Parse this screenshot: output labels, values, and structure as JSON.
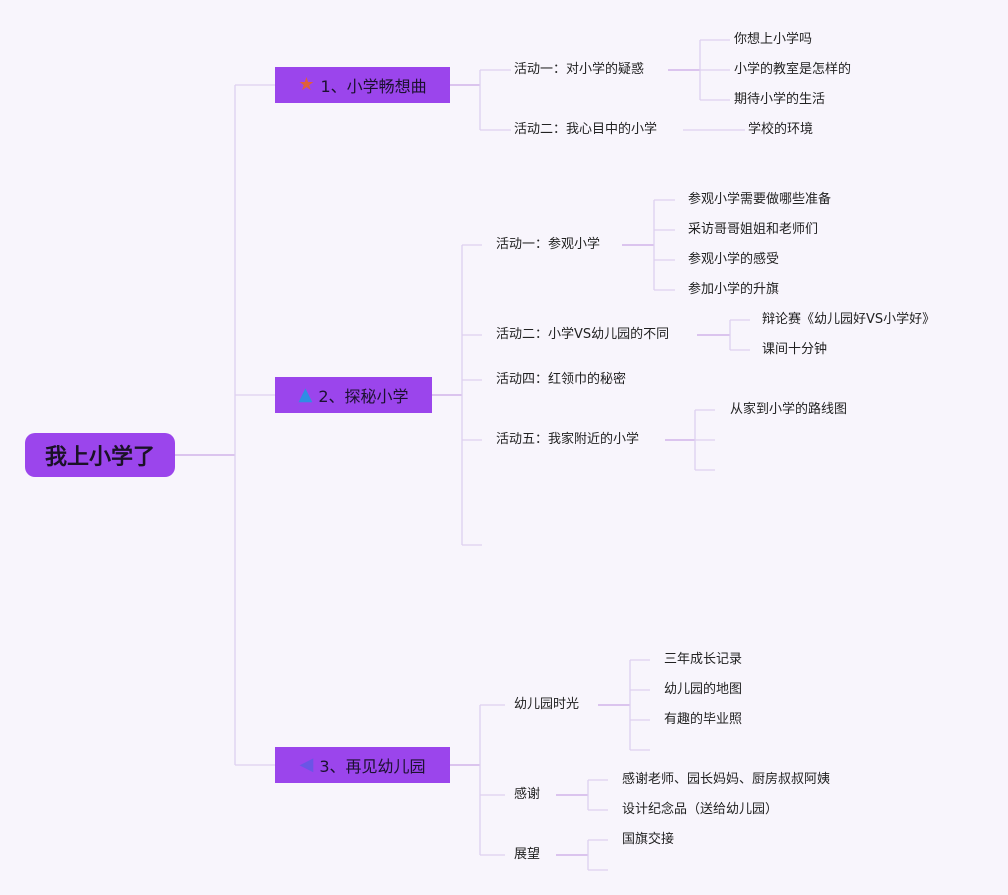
{
  "root": "我上小学了",
  "branches": [
    {
      "label": "1、小学畅想曲",
      "icon": "★",
      "icon_name": "star-icon",
      "icon_color": "#e0603a",
      "children": [
        {
          "label": "活动一：对小学的疑惑",
          "children": [
            "你想上小学吗",
            "小学的教室是怎样的",
            "期待小学的生活"
          ]
        },
        {
          "label": "活动二：我心目中的小学",
          "children": [
            "学校的环境"
          ]
        }
      ]
    },
    {
      "label": "2、探秘小学",
      "icon": "▲",
      "icon_name": "tree-icon",
      "icon_color": "#2f8de4",
      "children": [
        {
          "label": "活动一：参观小学",
          "children": [
            "参观小学需要做哪些准备",
            "采访哥哥姐姐和老师们",
            "参观小学的感受",
            "参加小学的升旗"
          ]
        },
        {
          "label": "活动二：小学VS幼儿园的不同",
          "children": [
            "辩论赛《幼儿园好VS小学好》",
            "课间十分钟"
          ]
        },
        {
          "label": "活动四：红领巾的秘密",
          "children": []
        },
        {
          "label": "活动五：我家附近的小学",
          "children": [
            "从家到小学的路线图",
            "",
            ""
          ]
        },
        {
          "label": "",
          "children": []
        }
      ]
    },
    {
      "label": "3、再见幼儿园",
      "icon": "◀",
      "icon_name": "paper-plane-icon",
      "icon_color": "#6a55e6",
      "children": [
        {
          "label": "幼儿园时光",
          "children": [
            "三年成长记录",
            "幼儿园的地图",
            "有趣的毕业照",
            ""
          ]
        },
        {
          "label": "感谢",
          "children": [
            "感谢老师、园长妈妈、厨房叔叔阿姨",
            "设计纪念品（送给幼儿园）"
          ]
        },
        {
          "label": "展望",
          "children": [
            "国旗交接",
            ""
          ]
        }
      ]
    }
  ]
}
